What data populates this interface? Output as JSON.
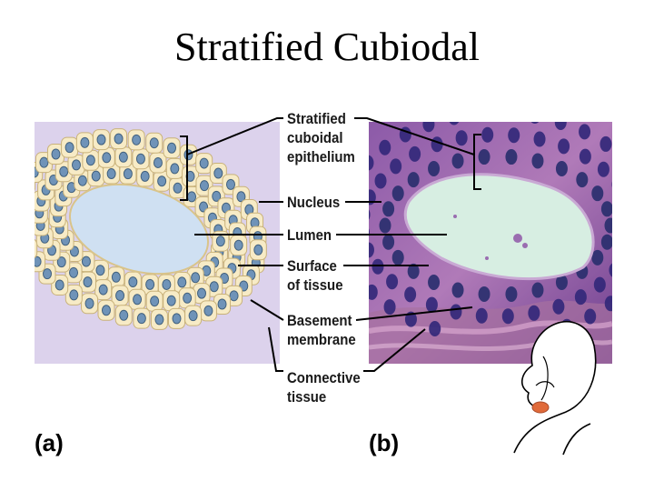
{
  "title": "Stratified Cubiodal",
  "labels": {
    "stratified": [
      "Stratified",
      "cuboidal",
      "epithelium"
    ],
    "nucleus": "Nucleus",
    "lumen": "Lumen",
    "surface": [
      "Surface",
      "of tissue"
    ],
    "basement": [
      "Basement",
      "membrane"
    ],
    "connective": [
      "Connective",
      "tissue"
    ]
  },
  "panels": {
    "a": "(a)",
    "b": "(b)"
  },
  "colors": {
    "diagram_bg": "#dcd2ec",
    "lumen": "#cfe0f2",
    "cell": "#f7ebc6",
    "nucleus": "#6f93b8",
    "micrograph_bg": "#7a4f9e"
  }
}
